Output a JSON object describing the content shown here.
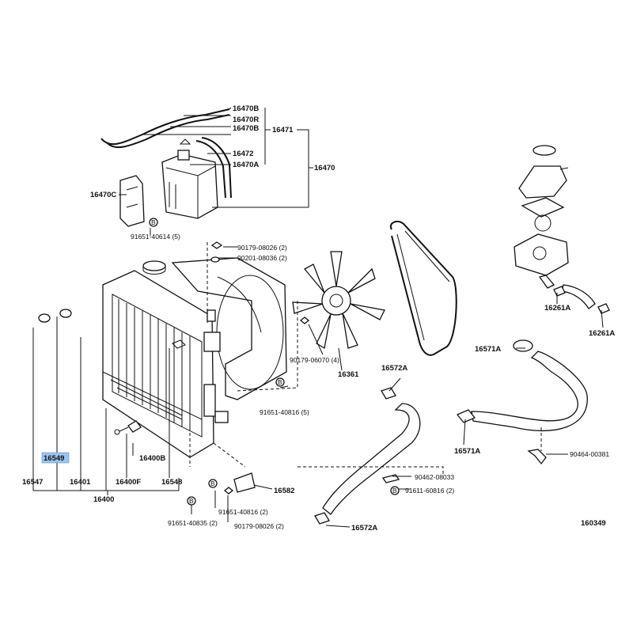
{
  "diagram": {
    "figure_number": "160349",
    "highlighted_part": "16549",
    "labels": {
      "p16470B_a": "16470B",
      "p16470R": "16470R",
      "p16470B_b": "16470B",
      "p16471": "16471",
      "p16472": "16472",
      "p16470A": "16470A",
      "p16470": "16470",
      "p16470C": "16470C",
      "p91651_40614": "91651-40614 (5)",
      "p90179_08026_top": "90179-08026 (2)",
      "p90201_08036": "90201-08036 (2)",
      "p90179_06070": "90179-06070 (4)",
      "p16361": "16361",
      "p91651_40816_r": "91651-40816 (5)",
      "p16572A_top": "16572A",
      "p16571A_top": "16571A",
      "p16571A_mid": "16571A",
      "p16261A_l": "16261A",
      "p16261A_r": "16261A",
      "p90464_00381": "90464-00381",
      "p90462_08033": "90462-08033",
      "p91611_60816": "91611-60816 (2)",
      "p16572A_bot": "16572A",
      "p16549": "16549",
      "p16547": "16547",
      "p16401": "16401",
      "p16400B": "16400B",
      "p16400F": "16400F",
      "p16548": "16548",
      "p16400": "16400",
      "p16582": "16582",
      "p91651_40835": "91651-40835 (2)",
      "p91651_40816_b": "91651-40816 (2)",
      "p90179_08026_bot": "90179-08026 (2)"
    },
    "icons": [
      "bolt-marker-icon",
      "clamp-icon",
      "cap-icon",
      "fan-icon",
      "belt-icon",
      "thermostat-housing-icon"
    ]
  }
}
